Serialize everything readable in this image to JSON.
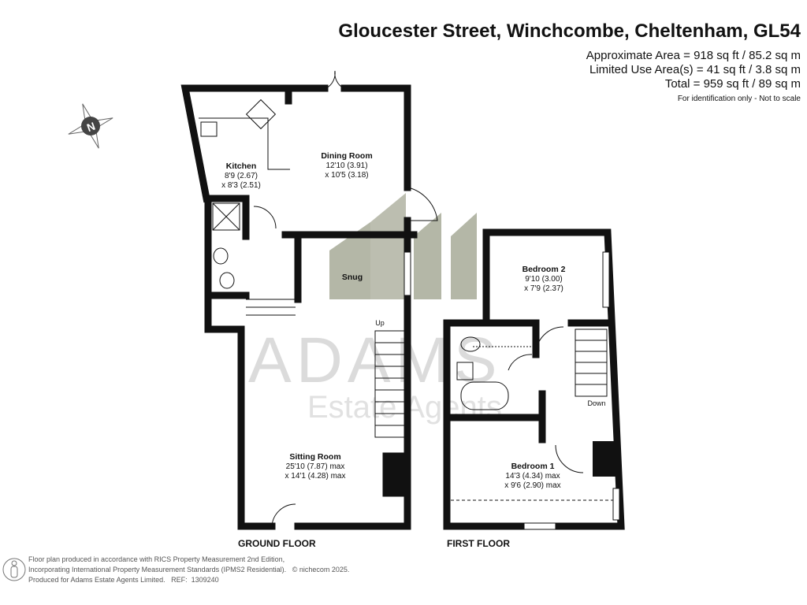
{
  "header": {
    "title": "Gloucester Street, Winchcombe, Cheltenham, GL54",
    "approx_area": "Approximate Area = 918 sq ft / 85.2 sq m",
    "limited_area": "Limited Use Area(s) = 41 sq ft / 3.8 sq m",
    "total_area": "Total = 959 sq ft / 89 sq m",
    "note": "For identification only - Not to scale"
  },
  "compass": {
    "label": "N"
  },
  "watermark": {
    "brand": "ADAMS",
    "sub": "Estate Agents"
  },
  "ground_floor": {
    "label": "GROUND FLOOR",
    "rooms": [
      {
        "name": "Kitchen",
        "dim1": "8'9 (2.67)",
        "dim2": "x 8'3 (2.51)"
      },
      {
        "name": "Dining Room",
        "dim1": "12'10 (3.91)",
        "dim2": "x 10'5 (3.18)"
      },
      {
        "name": "Snug"
      },
      {
        "name": "Sitting Room",
        "dim1": "25'10 (7.87) max",
        "dim2": "x 14'1 (4.28) max"
      }
    ],
    "stairs_label": "Up"
  },
  "first_floor": {
    "label": "FIRST FLOOR",
    "rooms": [
      {
        "name": "Bedroom 2",
        "dim1": "9'10 (3.00)",
        "dim2": "x 7'9 (2.37)"
      },
      {
        "name": "Bedroom 1",
        "dim1": "14'3 (4.34) max",
        "dim2": "x 9'6 (2.90) max"
      }
    ],
    "stairs_label": "Down"
  },
  "footer": {
    "line1": "Floor plan produced in accordance with RICS Property Measurement 2nd Edition,",
    "line2": "Incorporating International Property Measurement Standards (IPMS2 Residential).",
    "copyright": "© nichecom 2025.",
    "line3": "Produced for Adams Estate Agents Limited.   REF:  1309240"
  }
}
